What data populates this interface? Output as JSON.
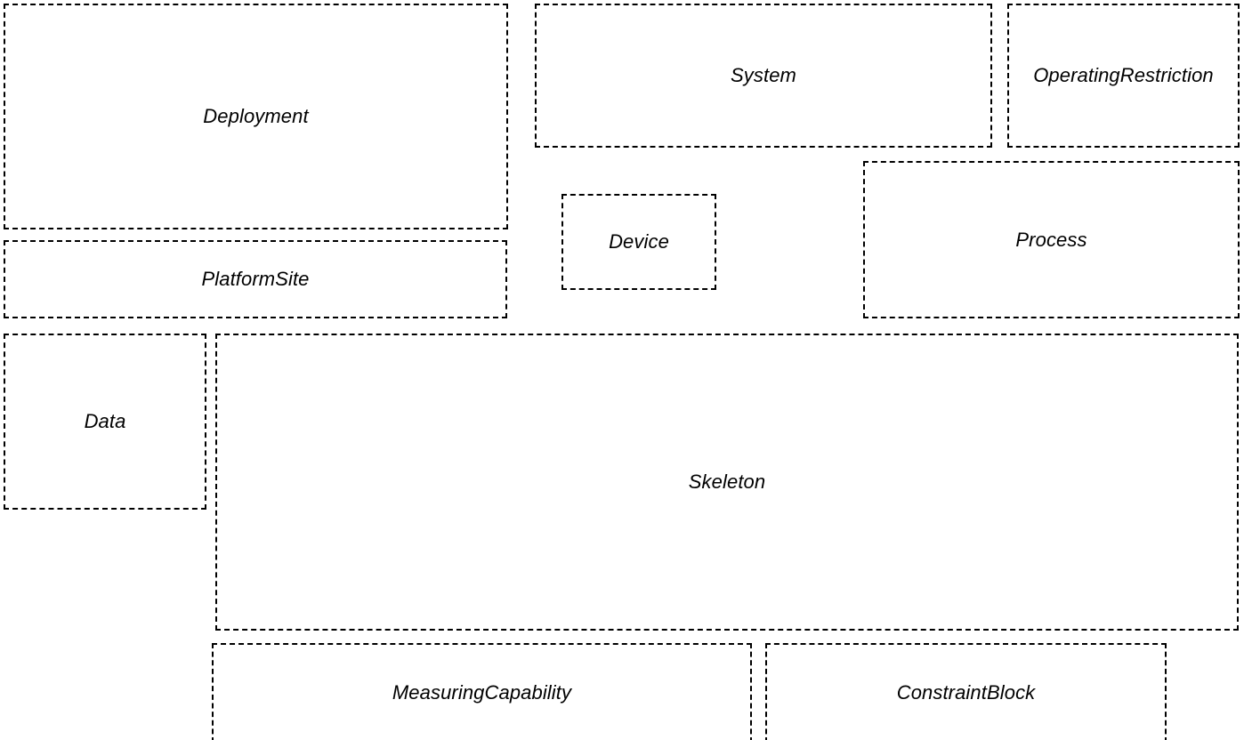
{
  "diagram": {
    "type": "package-diagram",
    "background_color": "#ffffff",
    "stroke_color": "#000000",
    "text_color": "#000000",
    "border_style": "dashed",
    "nodes": [
      {
        "id": "deployment",
        "label": "Deployment"
      },
      {
        "id": "system",
        "label": "System"
      },
      {
        "id": "operatingrestriction",
        "label": "OperatingRestriction"
      },
      {
        "id": "device",
        "label": "Device"
      },
      {
        "id": "process",
        "label": "Process"
      },
      {
        "id": "platformsite",
        "label": "PlatformSite"
      },
      {
        "id": "data",
        "label": "Data"
      },
      {
        "id": "skeleton",
        "label": "Skeleton"
      },
      {
        "id": "measuringcapability",
        "label": "MeasuringCapability"
      },
      {
        "id": "constraintblock",
        "label": "ConstraintBlock"
      }
    ]
  }
}
